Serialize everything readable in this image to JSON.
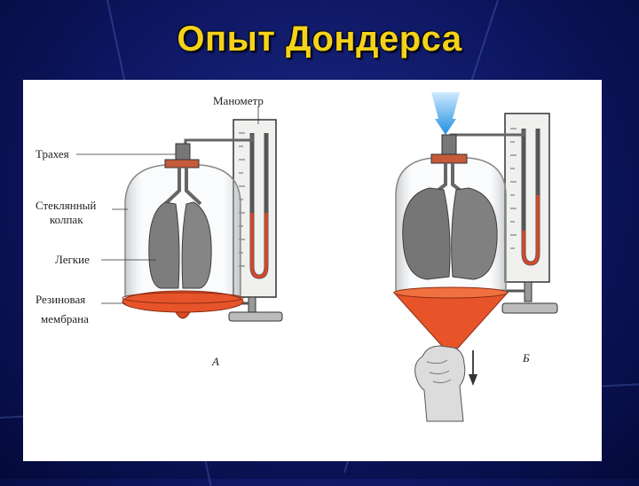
{
  "slide": {
    "title": "Опыт Дондерса"
  },
  "diagram": {
    "labels": {
      "manometer": "Манометр",
      "trachea": "Трахея",
      "glass_bell_line1": "Стеклянный",
      "glass_bell_line2": "колпак",
      "lungs": "Легкие",
      "membrane_line1": "Резиновая",
      "membrane_line2": "мембрана"
    },
    "panel_letters": {
      "a": "А",
      "b": "Б"
    }
  },
  "colors": {
    "title": "#f5d21a",
    "background": "#0d1660",
    "membrane": "#e8542a",
    "air_arrow": "#4fb3f0",
    "lungs": "#7d7d7d"
  }
}
